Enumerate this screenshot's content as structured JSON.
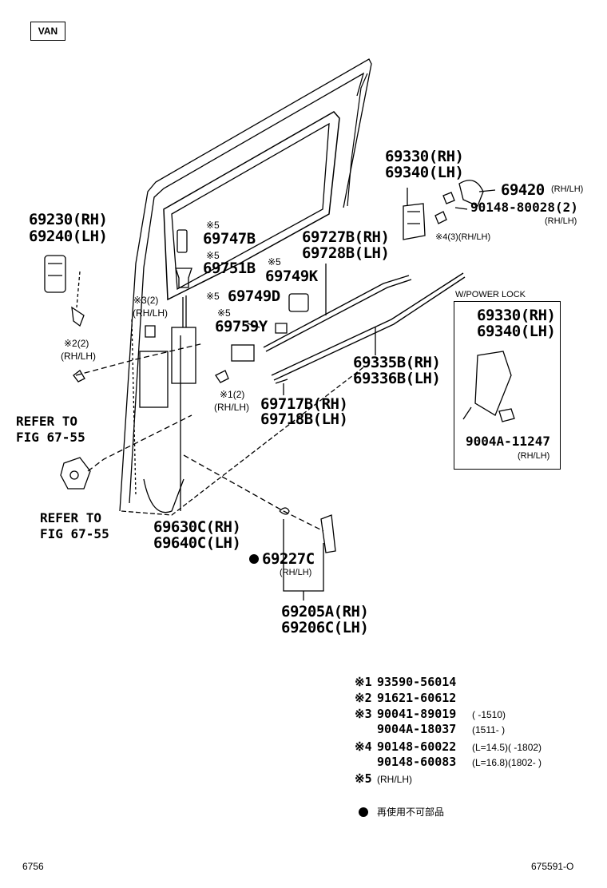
{
  "header": {
    "badge": "VAN"
  },
  "callouts": {
    "p69230": "69230(RH)",
    "p69240": "69240(LH)",
    "n2": "※2(2)",
    "n2b": "(RH/LH)",
    "refer1a": "REFER TO",
    "refer1b": "FIG 67-55",
    "refer2a": "REFER TO",
    "refer2b": "FIG 67-55",
    "n3": "※3(2)",
    "n3b": "(RH/LH)",
    "m5a": "※5",
    "p69747B": "69747B",
    "m5b": "※5",
    "p69751B": "69751B",
    "m5c": "※5",
    "p69749K": "69749K",
    "m5d": "※5",
    "p69749D": "69749D",
    "m5e": "※5",
    "p69759Y": "69759Y",
    "n1": "※1(2)",
    "n1b": "(RH/LH)",
    "p69630C": "69630C(RH)",
    "p69640C": "69640C(LH)",
    "p69227C": "69227C",
    "p69227Cs": "(RH/LH)",
    "p69205A": "69205A(RH)",
    "p69206C": "69206C(LH)",
    "p69727B": "69727B(RH)",
    "p69728B": "69728B(LH)",
    "p69717B": "69717B(RH)",
    "p69718B": "69718B(LH)",
    "p69335B": "69335B(RH)",
    "p69336B": "69336B(LH)",
    "p69330": "69330(RH)",
    "p69340": "69340(LH)",
    "p69420": "69420",
    "p69420s": "(RH/LH)",
    "p90148": "90148-80028(2)",
    "p90148s": "(RH/LH)",
    "n4": "※4(3)(RH/LH)",
    "power_title": "W/POWER LOCK",
    "pw69330": "69330(RH)",
    "pw69340": "69340(LH)",
    "pw9004A": "9004A-11247",
    "pw9004As": "(RH/LH)"
  },
  "legend": [
    {
      "mark": "※1",
      "part": "93590-56014",
      "note": ""
    },
    {
      "mark": "※2",
      "part": "91621-60612",
      "note": ""
    },
    {
      "mark": "※3",
      "part": "90041-89019",
      "note": "( -1510)"
    },
    {
      "mark": "",
      "part": "9004A-18037",
      "note": "(1511- )"
    },
    {
      "mark": "※4",
      "part": "90148-60022",
      "note": "(L=14.5)( -1802)"
    },
    {
      "mark": "",
      "part": "90148-60083",
      "note": "(L=16.8)(1802- )"
    },
    {
      "mark": "※5",
      "part": "",
      "note": "(RH/LH)"
    }
  ],
  "reuse_note": "再使用不可部品",
  "footer": {
    "left": "6756",
    "right": "675591-O"
  }
}
